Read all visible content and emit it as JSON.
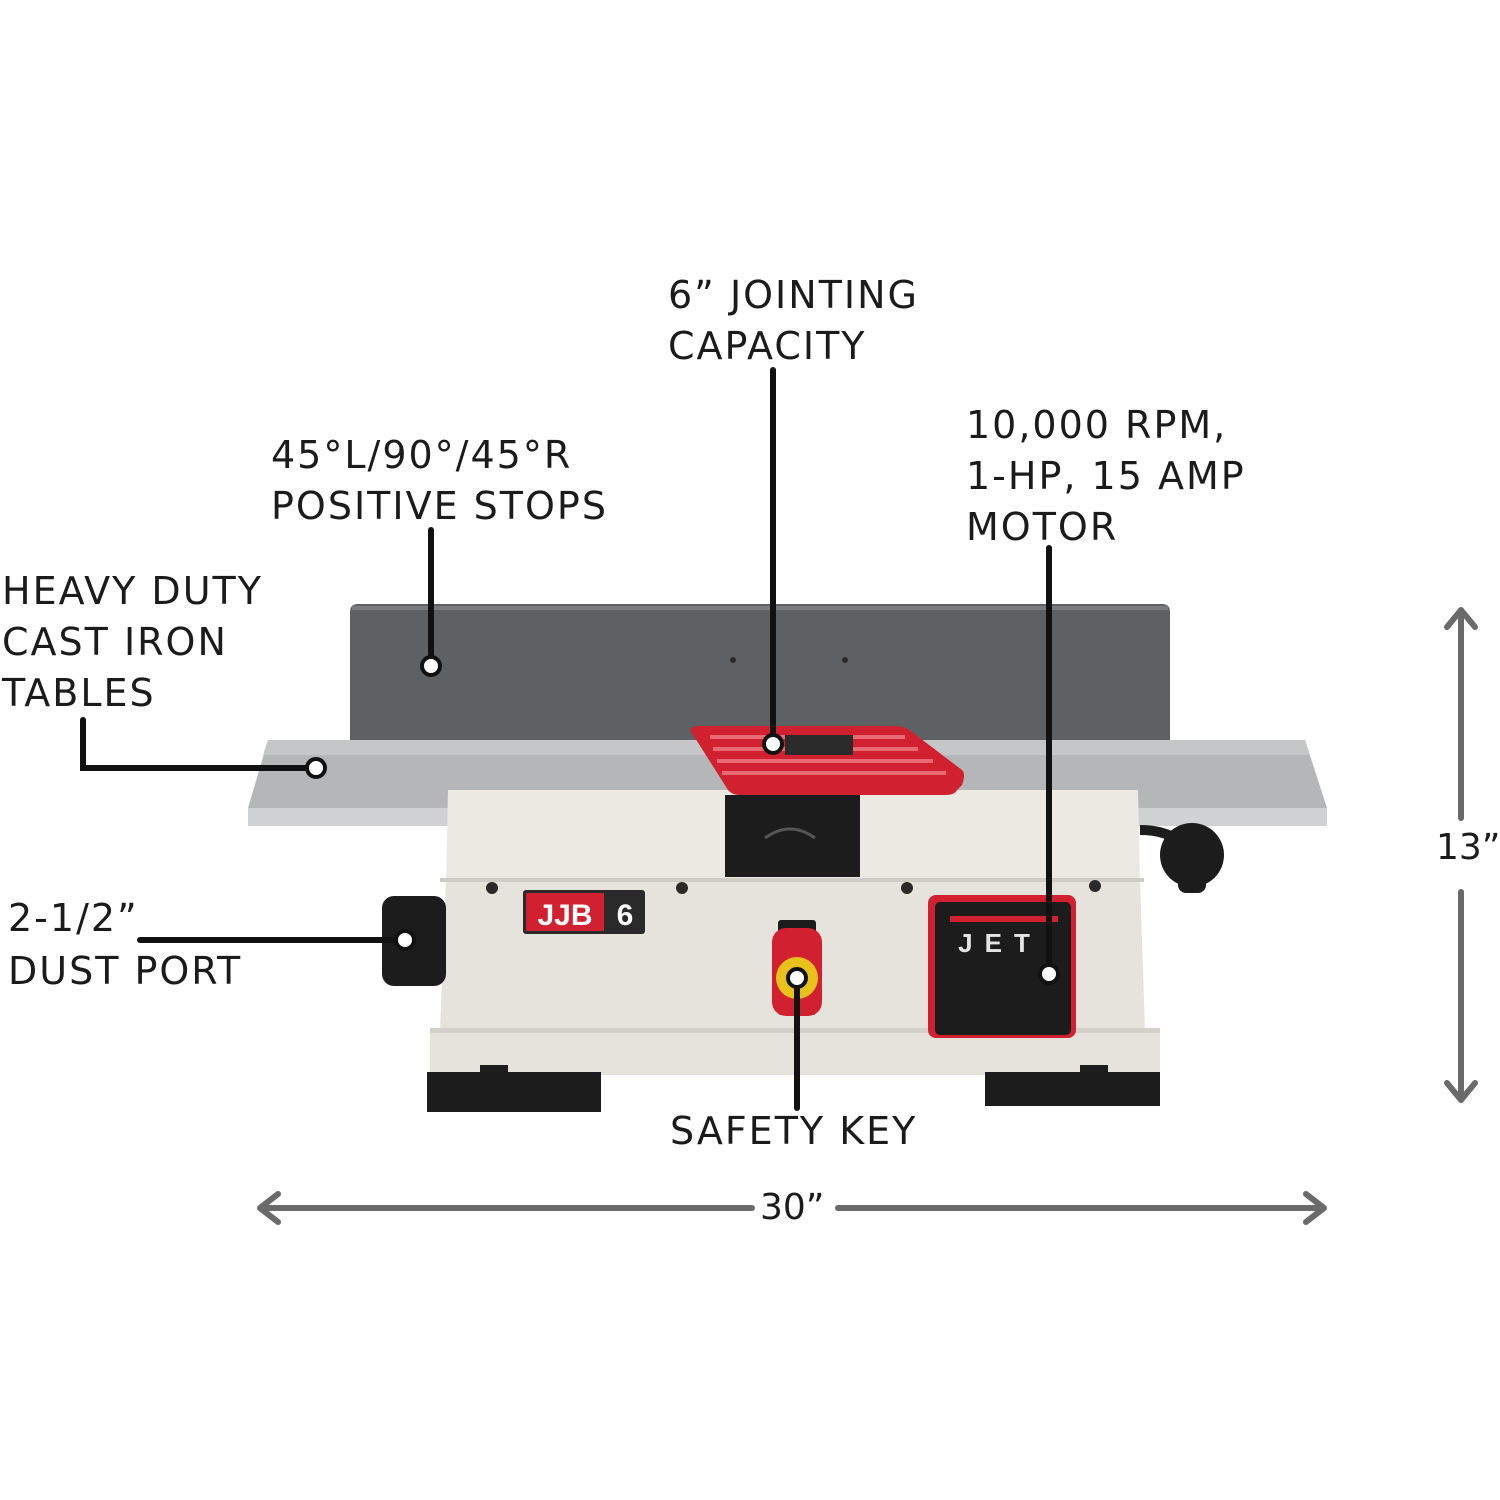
{
  "callouts": {
    "jointing_capacity": [
      "6” JOINTING",
      "CAPACITY"
    ],
    "positive_stops": [
      "45°L/90°/45°R",
      "POSITIVE STOPS"
    ],
    "motor": [
      "10,000 RPM,",
      "1-HP, 15 AMP",
      "MOTOR"
    ],
    "cast_iron_tables": [
      "HEAVY DUTY",
      "CAST IRON",
      "TABLES"
    ],
    "dust_port": [
      "2-1/2”",
      "DUST PORT"
    ],
    "safety_key": [
      "SAFETY KEY"
    ]
  },
  "dimensions": {
    "height": "13”",
    "width": "30”"
  },
  "machine": {
    "model_badge_left": "JJB",
    "model_badge_right": "6",
    "brand": "JET"
  },
  "colors": {
    "fence": "#5e6163",
    "table": "#b4b6b7",
    "base": "#e9e6df",
    "accent_red": "#d1202f",
    "black": "#1c1c1c",
    "leader": "#111111",
    "dimension_arrow": "#6a6a6a"
  }
}
